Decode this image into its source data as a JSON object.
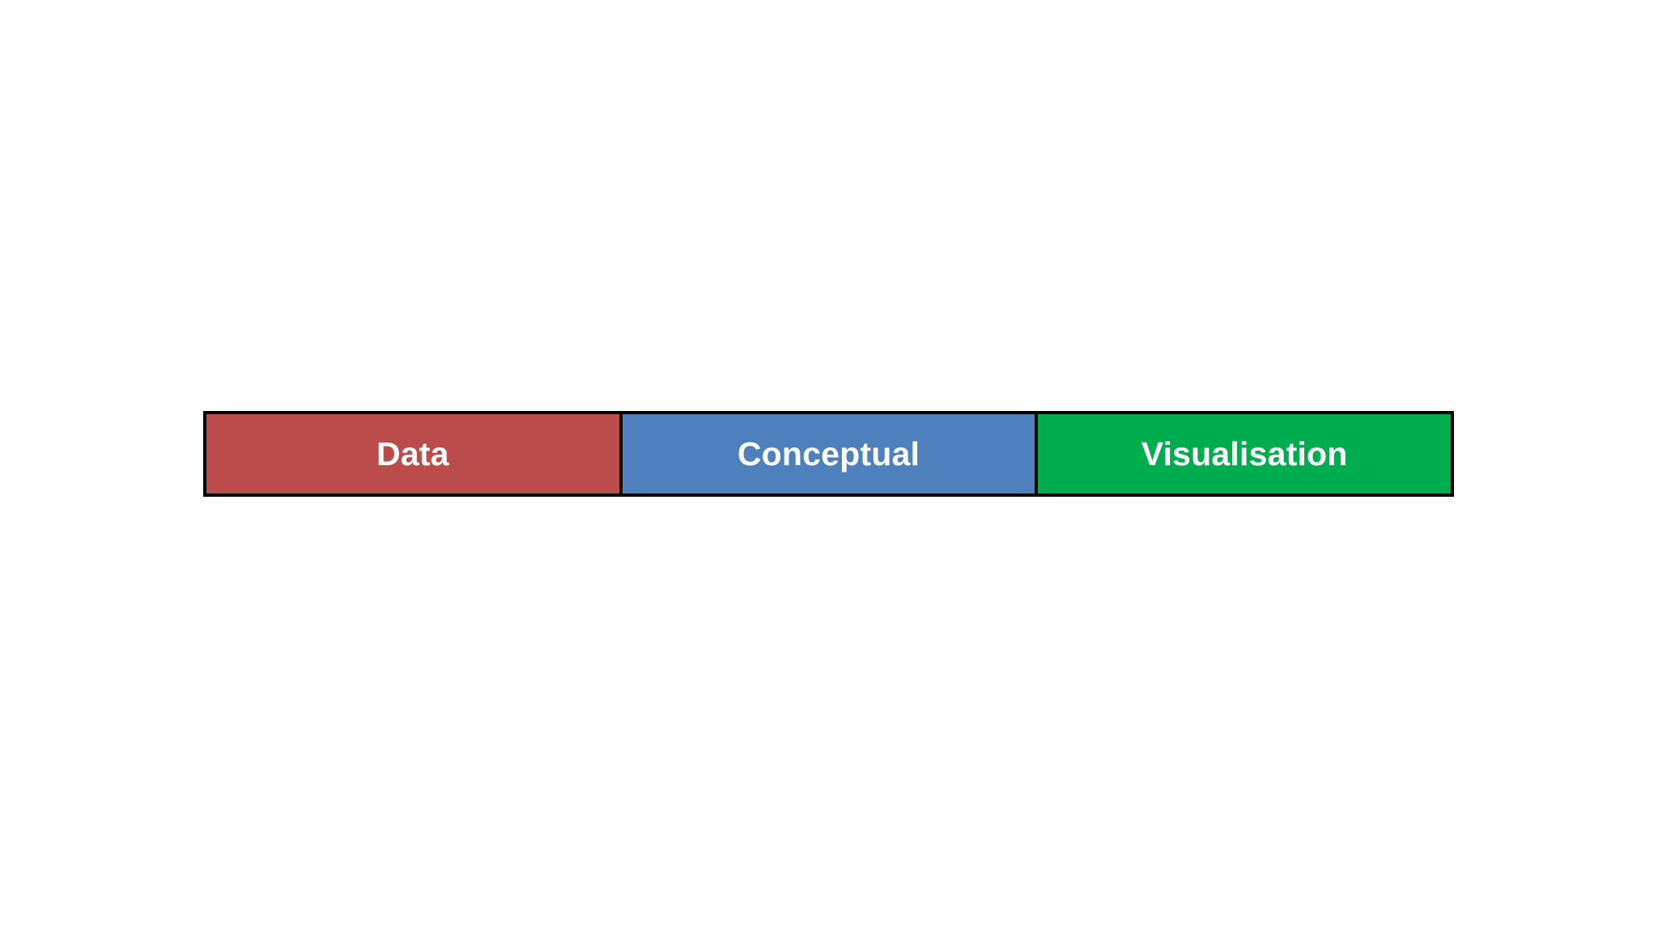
{
  "diagram": {
    "type": "horizontal-process-bar",
    "background_color": "#ffffff",
    "border_color": "#000000",
    "label_color": "#ffffff",
    "stages": [
      {
        "label": "Data",
        "color": "#bc4b4b",
        "order": 1
      },
      {
        "label": "Conceptual",
        "color": "#4e80be",
        "order": 2
      },
      {
        "label": "Visualisation",
        "color": "#00ad4e",
        "order": 3
      }
    ]
  }
}
